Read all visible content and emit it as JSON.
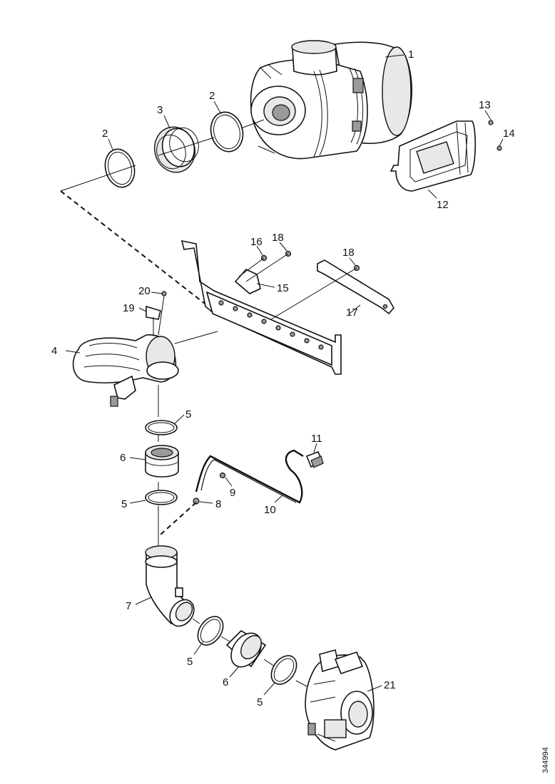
{
  "figure": {
    "document_id": "344994"
  },
  "callouts": [
    {
      "id": "c1",
      "label": "1"
    },
    {
      "id": "c2a",
      "label": "2"
    },
    {
      "id": "c2b",
      "label": "2"
    },
    {
      "id": "c3",
      "label": "3"
    },
    {
      "id": "c4",
      "label": "4"
    },
    {
      "id": "c5a",
      "label": "5"
    },
    {
      "id": "c5b",
      "label": "5"
    },
    {
      "id": "c5c",
      "label": "5"
    },
    {
      "id": "c5d",
      "label": "5"
    },
    {
      "id": "c6a",
      "label": "6"
    },
    {
      "id": "c6b",
      "label": "6"
    },
    {
      "id": "c7",
      "label": "7"
    },
    {
      "id": "c8",
      "label": "8"
    },
    {
      "id": "c9",
      "label": "9"
    },
    {
      "id": "c10",
      "label": "10"
    },
    {
      "id": "c11",
      "label": "11"
    },
    {
      "id": "c12",
      "label": "12"
    },
    {
      "id": "c13",
      "label": "13"
    },
    {
      "id": "c14",
      "label": "14"
    },
    {
      "id": "c15",
      "label": "15"
    },
    {
      "id": "c16",
      "label": "16"
    },
    {
      "id": "c17",
      "label": "17"
    },
    {
      "id": "c18a",
      "label": "18"
    },
    {
      "id": "c18b",
      "label": "18"
    },
    {
      "id": "c19",
      "label": "19"
    },
    {
      "id": "c20",
      "label": "20"
    },
    {
      "id": "c21",
      "label": "21"
    }
  ]
}
